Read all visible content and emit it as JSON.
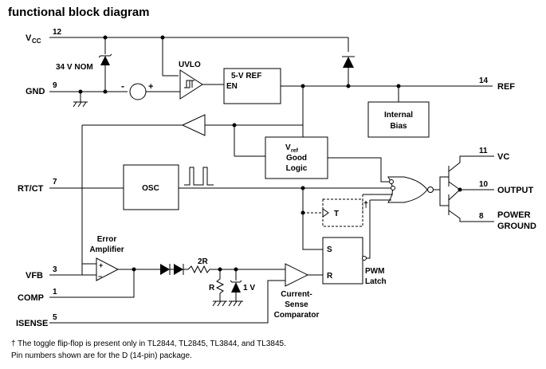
{
  "title": "functional block diagram",
  "pins": {
    "vcc": {
      "name": "V",
      "sub": "CC",
      "num": "12"
    },
    "gnd": {
      "name": "GND",
      "num": "9"
    },
    "rtct": {
      "name": "RT/CT",
      "num": "7"
    },
    "vfb": {
      "name": "VFB",
      "num": "3"
    },
    "comp": {
      "name": "COMP",
      "num": "1"
    },
    "isense": {
      "name": "ISENSE",
      "num": "5"
    },
    "ref": {
      "name": "REF",
      "num": "14"
    },
    "vc": {
      "name": "VC",
      "num": "11"
    },
    "output": {
      "name": "OUTPUT",
      "num": "10"
    },
    "pground": {
      "name1": "POWER",
      "name2": "GROUND",
      "num": "8"
    }
  },
  "blocks": {
    "uvlo": "UVLO",
    "ref5v": "5-V REF",
    "en": "EN",
    "internal_bias1": "Internal",
    "internal_bias2": "Bias",
    "vref_good1": "V",
    "vref_good1_sub": "ref",
    "vref_good2": "Good",
    "vref_good3": "Logic",
    "osc": "OSC",
    "toggle": "T",
    "dagger": "†",
    "latch_s": "S",
    "latch_r": "R",
    "pwm1": "PWM",
    "pwm2": "Latch",
    "error_amp1": "Error",
    "error_amp2": "Amplifier",
    "cs1": "Current-",
    "cs2": "Sense",
    "cs3": "Comparator"
  },
  "labels": {
    "zener": "34 V NOM",
    "minus": "-",
    "plus": "+",
    "r2": "2R",
    "r": "R",
    "v1": "1 V",
    "amp_plus": "+",
    "amp_minus": "−"
  },
  "footnotes": {
    "line1": "† The toggle flip-flop is present only in TL2844, TL2845, TL3844, and TL3845.",
    "line2": "Pin numbers shown are for the D (14-pin) package."
  }
}
